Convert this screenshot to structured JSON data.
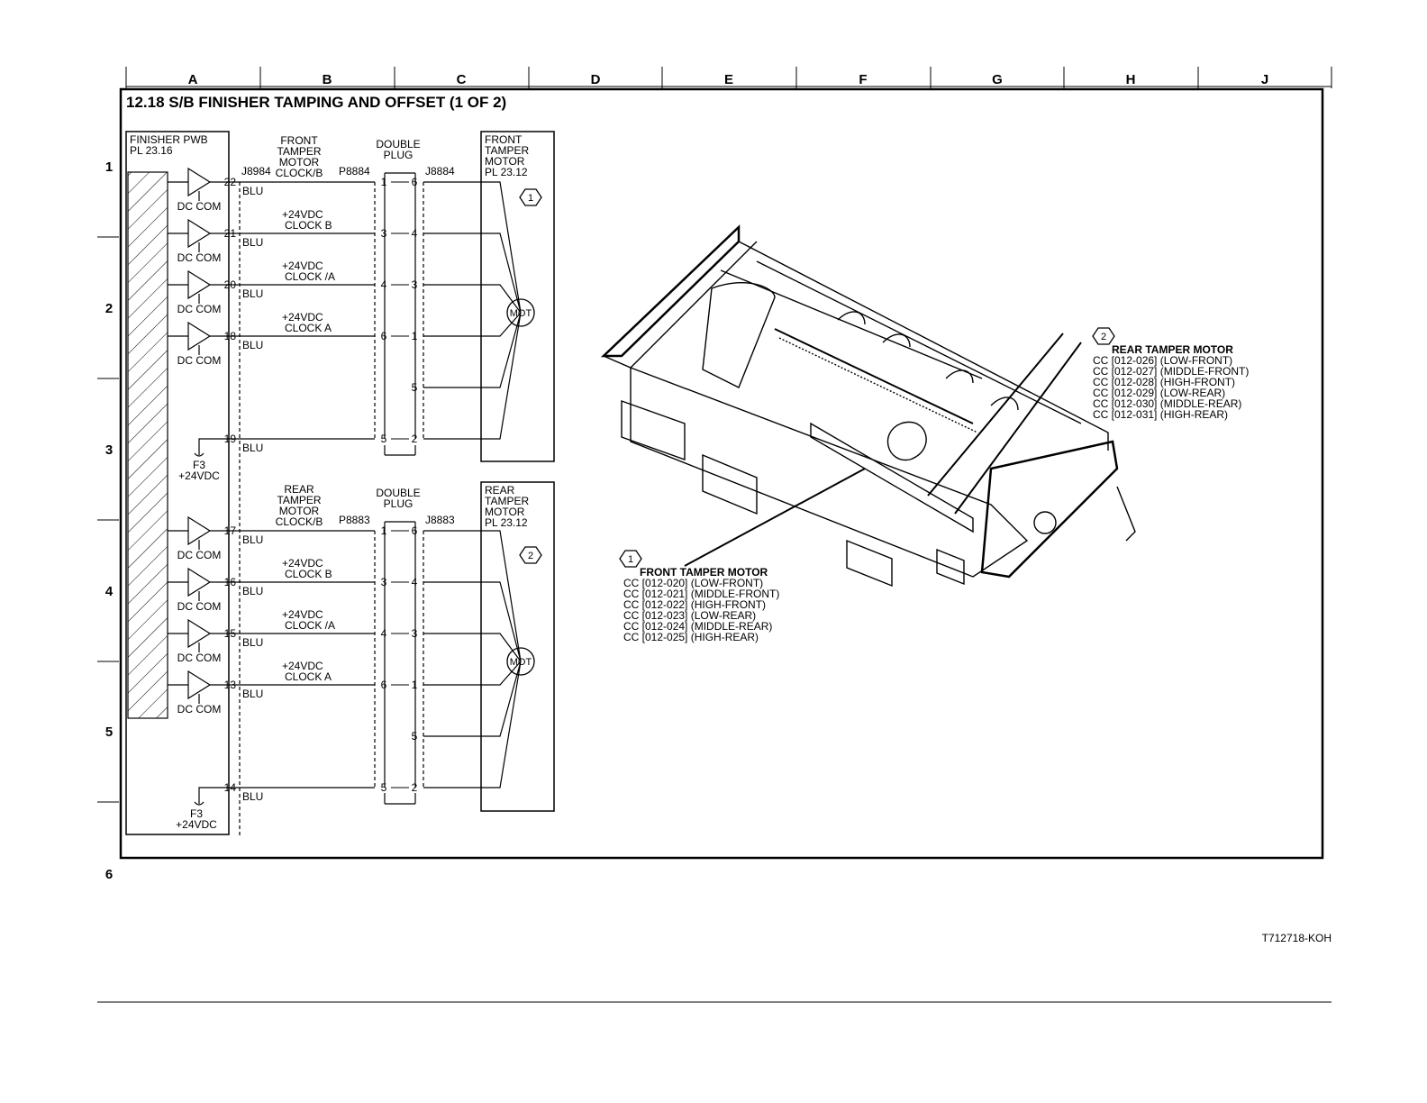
{
  "columns": [
    "A",
    "B",
    "C",
    "D",
    "E",
    "F",
    "G",
    "H",
    "J"
  ],
  "rows": [
    "1",
    "2",
    "3",
    "4",
    "5",
    "6"
  ],
  "title": "12.18 S/B FINISHER TAMPING AND OFFSET (1 OF 2)",
  "footer_id": "T712718-KOH",
  "pwb": {
    "line1": "FINISHER PWB",
    "line2": "PL 23.16"
  },
  "fuse": {
    "line1": "F3",
    "line2": "+24VDC"
  },
  "wire_color": "BLU",
  "driver_label": "DC COM",
  "double_plug": {
    "line1": "DOUBLE",
    "line2": "PLUG"
  },
  "mot_label": "MOT",
  "front_circuit": {
    "signal_block": [
      "FRONT",
      "TAMPER",
      "MOTOR",
      "CLOCK/B"
    ],
    "board_conn": "J8984",
    "plug_conn": "P8884",
    "motor_conn": "J8884",
    "motor_block": [
      "FRONT",
      "TAMPER",
      "MOTOR",
      "PL 23.12"
    ],
    "callout": "1",
    "pins": [
      "22",
      "21",
      "20",
      "18",
      "19"
    ],
    "signals": [
      [
        "+24VDC",
        "CLOCK B"
      ],
      [
        "+24VDC",
        "CLOCK /A"
      ],
      [
        "+24VDC",
        "CLOCK A"
      ]
    ],
    "plug_left": [
      "1",
      "3",
      "4",
      "6",
      "5"
    ],
    "plug_right": [
      "6",
      "4",
      "3",
      "1",
      "5",
      "2"
    ]
  },
  "rear_circuit": {
    "signal_block": [
      "REAR",
      "TAMPER",
      "MOTOR",
      "CLOCK/B"
    ],
    "plug_conn": "P8883",
    "motor_conn": "J8883",
    "motor_block": [
      "REAR",
      "TAMPER",
      "MOTOR",
      "PL 23.12"
    ],
    "callout": "2",
    "pins": [
      "17",
      "16",
      "15",
      "13",
      "14"
    ],
    "signals": [
      [
        "+24VDC",
        "CLOCK B"
      ],
      [
        "+24VDC",
        "CLOCK /A"
      ],
      [
        "+24VDC",
        "CLOCK A"
      ]
    ],
    "plug_left": [
      "1",
      "3",
      "4",
      "6",
      "5"
    ],
    "plug_right": [
      "6",
      "4",
      "3",
      "1",
      "5",
      "2"
    ]
  },
  "front_motor_callout": {
    "number": "1",
    "title": "FRONT TAMPER MOTOR",
    "codes": [
      "CC [012-020] (LOW-FRONT)",
      "CC [012-021] (MIDDLE-FRONT)",
      "CC [012-022] (HIGH-FRONT)",
      "CC [012-023] (LOW-REAR)",
      "CC [012-024] (MIDDLE-REAR)",
      "CC [012-025] (HIGH-REAR)"
    ]
  },
  "rear_motor_callout": {
    "number": "2",
    "title": "REAR TAMPER MOTOR",
    "codes": [
      "CC [012-026] (LOW-FRONT)",
      "CC [012-027] (MIDDLE-FRONT)",
      "CC [012-028] (HIGH-FRONT)",
      "CC [012-029] (LOW-REAR)",
      "CC [012-030] (MIDDLE-REAR)",
      "CC [012-031] (HIGH-REAR)"
    ]
  }
}
